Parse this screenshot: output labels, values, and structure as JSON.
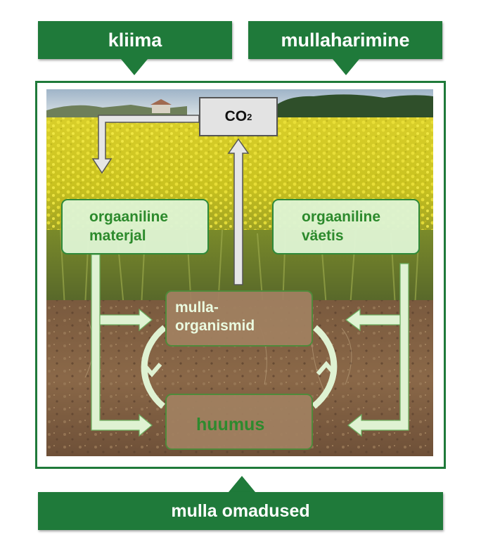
{
  "inputs": {
    "kliima": "kliima",
    "mullaharimine": "mullaharimine"
  },
  "bottom": {
    "mulla_omadused": "mulla omadused"
  },
  "co2": {
    "main": "CO",
    "sub": "2"
  },
  "boxes": {
    "org_materjal": [
      "orgaaniline",
      "materjal"
    ],
    "org_vaetis": [
      "orgaaniline",
      "väetis"
    ],
    "organismid": [
      "mulla-",
      "organismid"
    ],
    "huumus": "huumus"
  },
  "colors": {
    "banner_green": "#1f7a3a",
    "box_light_green": "#def4d2",
    "box_brown": "#a08060",
    "arrow_light": "#dff2d2",
    "co2_gray": "#e3e3e3"
  }
}
